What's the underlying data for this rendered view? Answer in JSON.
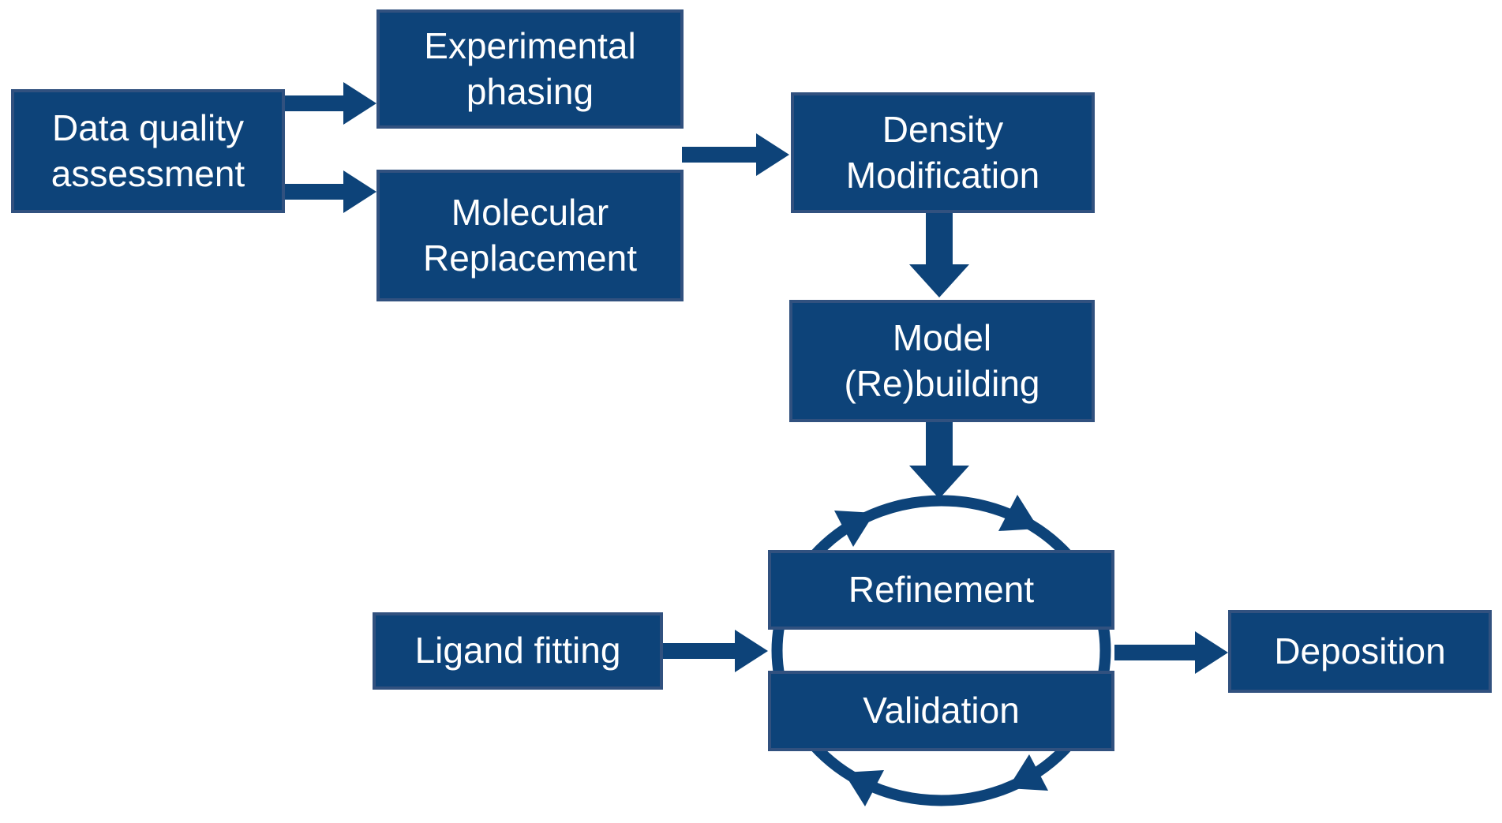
{
  "colors": {
    "background": "#ffffff",
    "box_fill": "#0d4379",
    "box_border": "#31517f",
    "arrow": "#0d4379",
    "text": "#ffffff"
  },
  "nodes": {
    "data_quality_assessment": {
      "label": "Data quality assessment",
      "lines": [
        "Data quality",
        "assessment"
      ]
    },
    "experimental_phasing": {
      "label": "Experimental phasing",
      "lines": [
        "Experimental",
        "phasing"
      ]
    },
    "molecular_replacement": {
      "label": "Molecular Replacement",
      "lines": [
        "Molecular",
        "Replacement"
      ]
    },
    "density_modification": {
      "label": "Density Modification",
      "lines": [
        "Density",
        "Modification"
      ]
    },
    "model_rebuilding": {
      "label": "Model (Re)building",
      "lines": [
        "Model",
        "(Re)building"
      ]
    },
    "refinement": {
      "label": "Refinement",
      "lines": [
        "Refinement"
      ]
    },
    "validation": {
      "label": "Validation",
      "lines": [
        "Validation"
      ]
    },
    "ligand_fitting": {
      "label": "Ligand fitting",
      "lines": [
        "Ligand fitting"
      ]
    },
    "deposition": {
      "label": "Deposition",
      "lines": [
        "Deposition"
      ]
    }
  },
  "edges": [
    {
      "from": "Data quality assessment",
      "to": "Experimental phasing",
      "type": "arrow"
    },
    {
      "from": "Data quality assessment",
      "to": "Molecular Replacement",
      "type": "arrow"
    },
    {
      "from": "Experimental phasing / Molecular Replacement",
      "to": "Density Modification",
      "type": "arrow"
    },
    {
      "from": "Density Modification",
      "to": "Model (Re)building",
      "type": "arrow"
    },
    {
      "from": "Model (Re)building",
      "to": "Refinement-Validation cycle",
      "type": "arrow"
    },
    {
      "from": "Ligand fitting",
      "to": "Refinement-Validation cycle",
      "type": "arrow"
    },
    {
      "from": "Refinement-Validation cycle",
      "to": "Deposition",
      "type": "arrow"
    },
    {
      "from": "Refinement",
      "to": "Validation",
      "type": "cycle-clockwise"
    },
    {
      "from": "Validation",
      "to": "Refinement",
      "type": "cycle-clockwise"
    }
  ]
}
